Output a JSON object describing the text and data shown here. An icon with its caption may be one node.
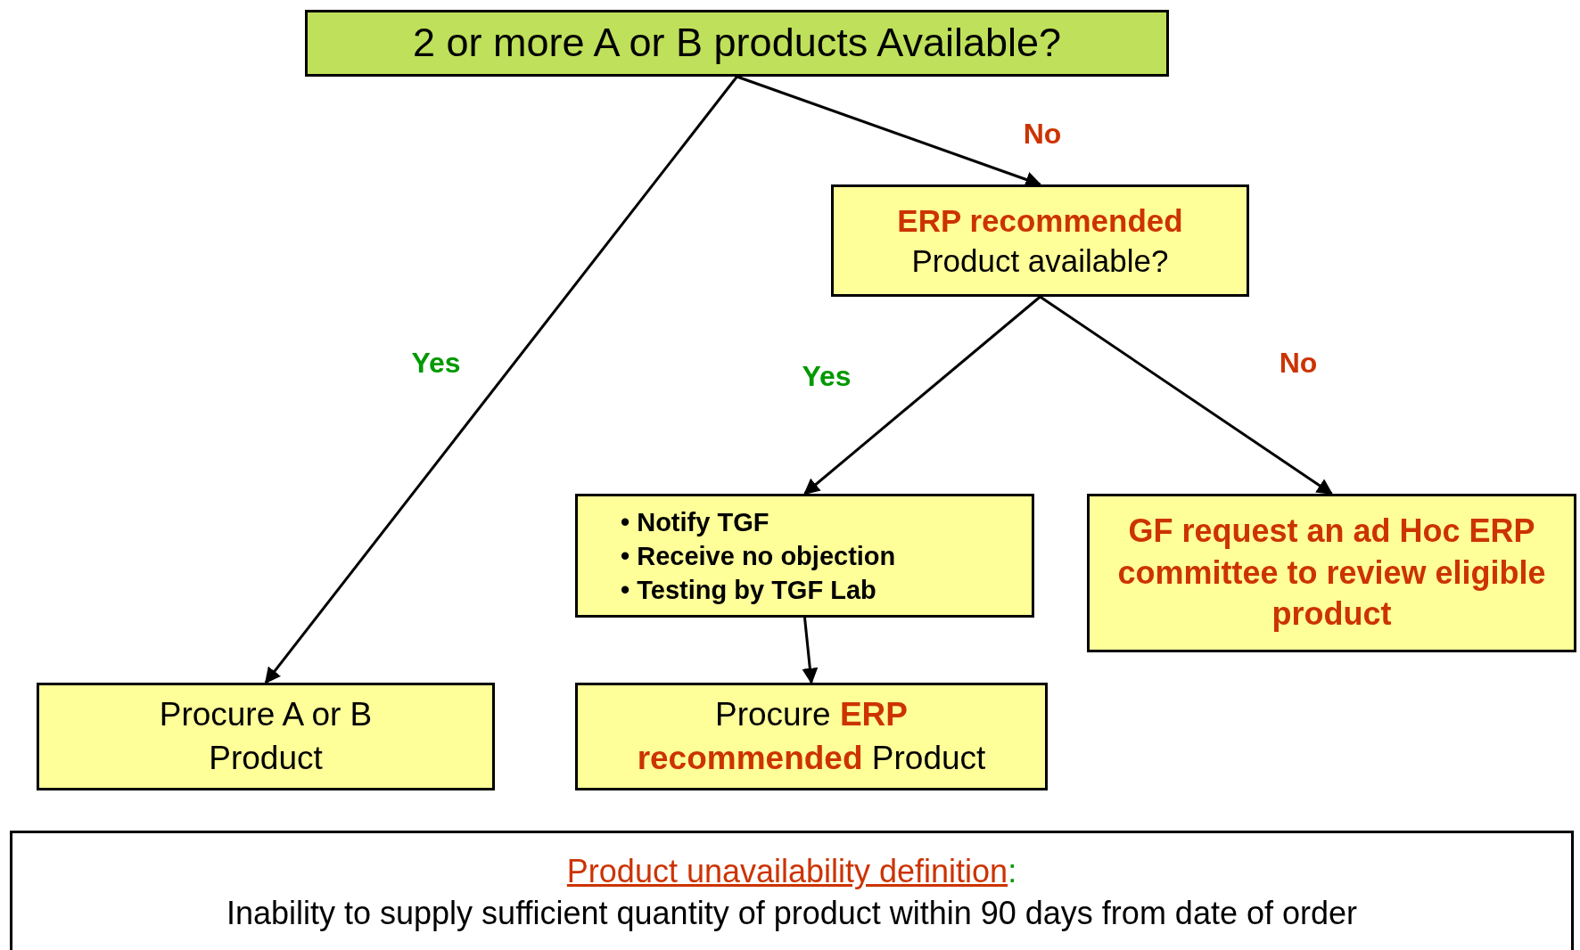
{
  "diagram": {
    "nodes": [
      {
        "text": [
          "2 or more A or B products Available?"
        ]
      },
      {
        "text": [
          "ERP recommended",
          "Product available?"
        ]
      },
      {
        "text": [
          "• Notify TGF",
          "• Receive no objection",
          "• Testing by TGF Lab"
        ]
      },
      {
        "text": [
          "GF request  an ad Hoc ERP committee to review eligible product"
        ]
      },
      {
        "text": [
          "Procure A or B Product"
        ]
      },
      {
        "text": [
          "Procure **ERP recommended** Product"
        ]
      },
      {
        "text": [
          "Product unavailability definition",
          ":",
          "Inability to supply sufficient quantity of product within 90 days from date of order"
        ]
      }
    ],
    "edges": [
      {
        "from": 0,
        "to": 4,
        "arrow": "to",
        "label": "Yes"
      },
      {
        "from": 0,
        "to": 1,
        "arrow": "to",
        "label": "No"
      },
      {
        "from": 1,
        "to": 2,
        "arrow": "to",
        "label": "Yes"
      },
      {
        "from": 1,
        "to": 3,
        "arrow": "to",
        "label": "No"
      },
      {
        "from": 2,
        "to": 5,
        "arrow": "to"
      }
    ]
  }
}
